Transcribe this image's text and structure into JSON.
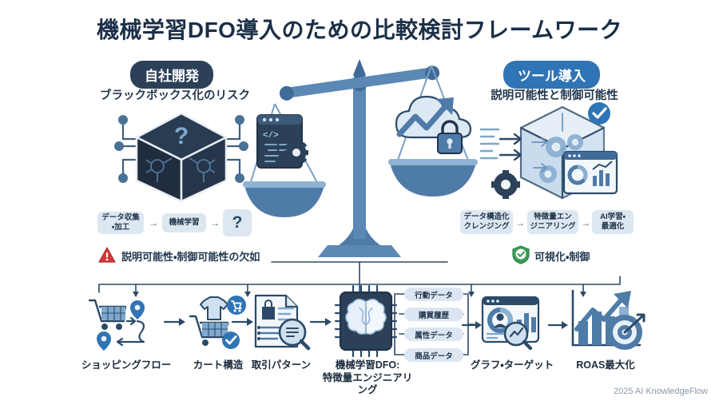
{
  "title": "機械学習DFO導入のための比較検討フレームワーク",
  "left_section": {
    "badge": "自社開発",
    "subtitle": "ブラックボックス化のリスク",
    "badge_color": "#2c4158",
    "illustration_name": "black-box-cube",
    "steps": [
      "データ収集\n・加工",
      "機械学習",
      "?"
    ],
    "step_arrow": "→",
    "callout": {
      "icon": "warning-triangle-icon",
      "text": "説明可能性・制御可能性の欠如",
      "color": "#d23b3b"
    }
  },
  "right_section": {
    "badge": "ツール導入",
    "subtitle": "説明可能性と制御可能性",
    "badge_color": "#2f74b5",
    "illustration_name": "transparent-box",
    "steps": [
      "データ構造化\nクレンジング",
      "特徴量エン\nジニアリング",
      "AI学習・\n最適化"
    ],
    "step_arrow": "→",
    "callout": {
      "icon": "shield-check-icon",
      "text": "可視化・制御",
      "color": "#3a9e57"
    }
  },
  "balance": {
    "name": "balance-scale",
    "left_pan_icon": "code-window-gear-icon",
    "right_pan_icon": "cloud-growth-lock-icon"
  },
  "pipeline": {
    "nodes": [
      {
        "icon": "shopping-flow-icon",
        "label": "ショッピングフロー"
      },
      {
        "icon": "cart-structure-icon",
        "label": "カート構造"
      },
      {
        "icon": "transaction-pattern-icon",
        "label": "取引パターン"
      },
      {
        "icon": "ml-brain-chip-icon",
        "label": "機械学習DFO:\n特徴量エンジニアリング"
      },
      {
        "icon": "graph-target-dashboard-icon",
        "label": "グラフ・ターゲット"
      },
      {
        "icon": "roas-growth-target-icon",
        "label": "ROAS最大化"
      }
    ],
    "data_chips": [
      "行動データ",
      "購買履歴",
      "属性データ",
      "商品データ"
    ],
    "arrow": "→"
  },
  "footer": "2025 AI KnowledgeFlow",
  "colors": {
    "ink": "#1b2f48",
    "chip_bg": "#dde7f1",
    "accent_blue": "#2f74b5",
    "steel": "#5b88b5",
    "warn_red": "#d23b3b",
    "ok_green": "#3a9e57"
  }
}
